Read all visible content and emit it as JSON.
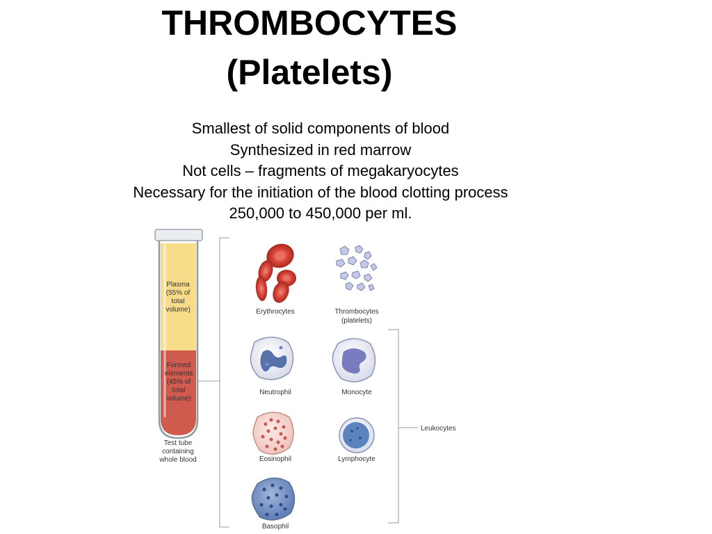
{
  "slide": {
    "title_line1": "THROMBOCYTES",
    "title_line2": "(Platelets)",
    "bullets": [
      "Smallest of solid components of blood",
      "Synthesized in red marrow",
      "Not cells – fragments of megakaryocytes",
      "Necessary for the initiation of the blood clotting process",
      "250,000 to 450,000 per ml."
    ]
  },
  "diagram": {
    "tube": {
      "plasma_lines": [
        "Plasma",
        "(55% of",
        "total",
        "volume)"
      ],
      "formed_lines": [
        "Formed",
        "elements",
        "(45% of",
        "total",
        "volume)"
      ],
      "caption_lines": [
        "Test tube",
        "containing",
        "whole blood"
      ]
    },
    "cells": {
      "erythrocytes": "Erythrocytes",
      "thrombocytes_lines": [
        "Thrombocytes",
        "(platelets)"
      ],
      "neutrophil": "Neutrophil",
      "monocyte": "Monocyte",
      "eosinophil": "Eosinophil",
      "lymphocyte": "Lymphocyte",
      "basophil": "Basophil"
    },
    "leukocytes_label": "Leukocytes",
    "colors": {
      "plasma": "#f7dc8a",
      "formed": "#cf5a4e",
      "rbc": "#d9463a",
      "platelet": "#b9bfe0",
      "neutrophil_nucleus": "#3c5c9c",
      "monocyte_nucleus": "#6a6fb8",
      "eosinophil_granule": "#c8584c",
      "lymphocyte_nucleus": "#4a78b8",
      "basophil_granule": "#3a5aa0"
    }
  }
}
